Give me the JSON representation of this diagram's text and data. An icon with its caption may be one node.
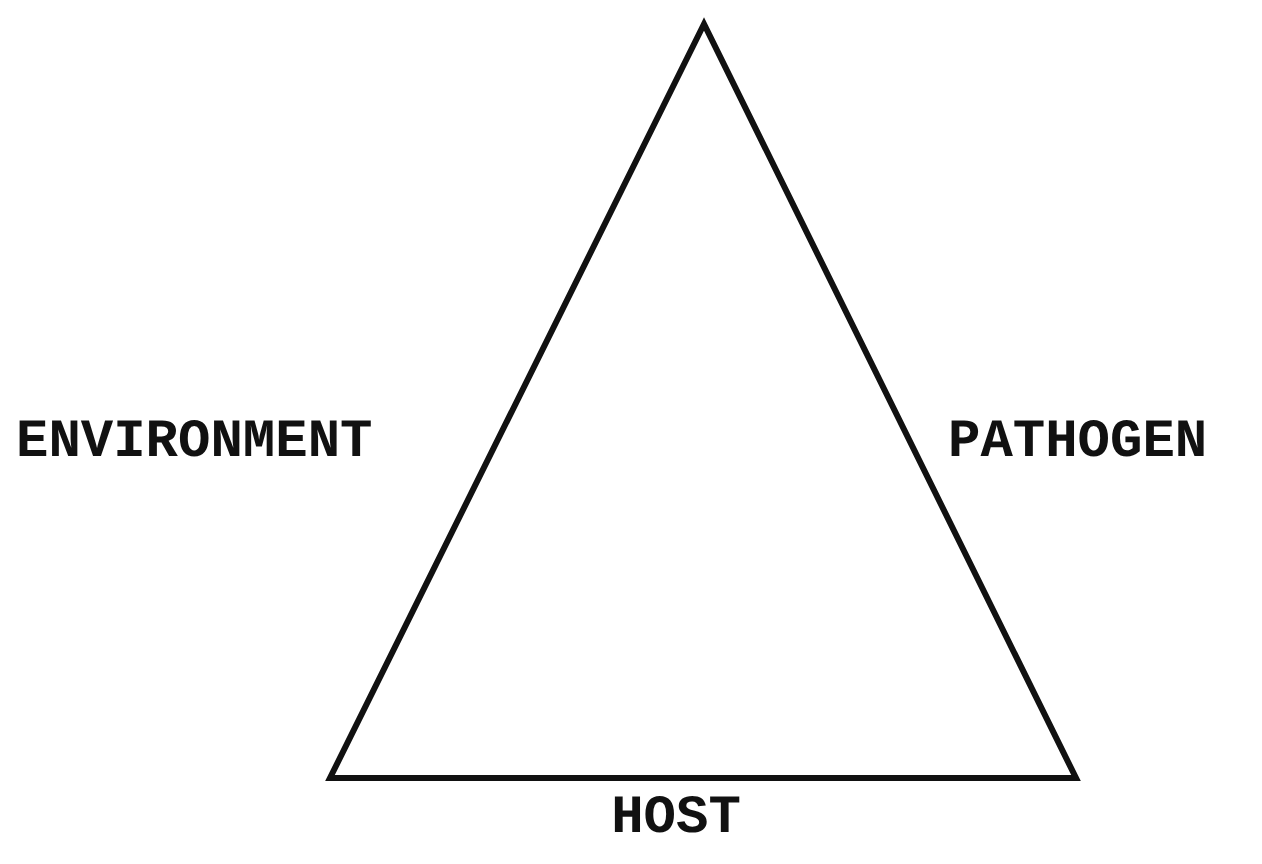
{
  "diagram": {
    "labels": [
      "ENVIRONMENT",
      "PATHOGEN",
      "HOST"
    ]
  }
}
